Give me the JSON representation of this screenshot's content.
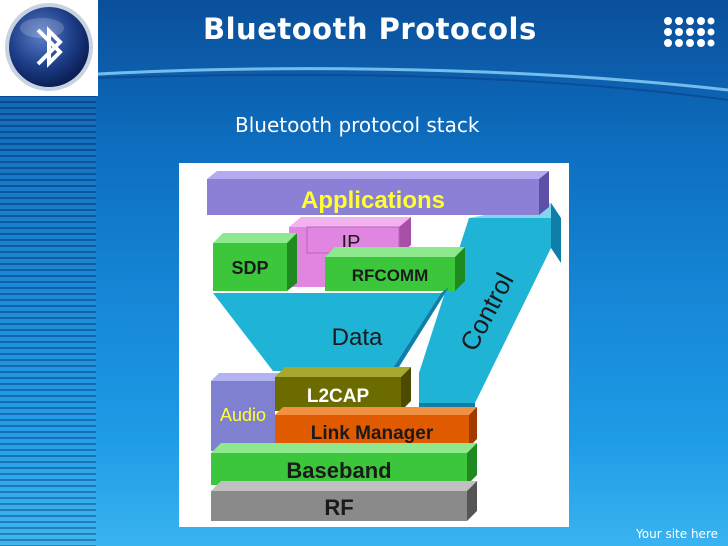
{
  "slide": {
    "title": "Bluetooth Protocols",
    "subtitle": "Bluetooth protocol stack",
    "footer": "Your site here"
  },
  "diagram": {
    "layers": {
      "applications": "Applications",
      "sdp": "SDP",
      "ip": "IP",
      "rfcomm": "RFCOMM",
      "data": "Data",
      "control": "Control",
      "l2cap": "L2CAP",
      "audio": "Audio",
      "link_manager": "Link Manager",
      "baseband": "Baseband",
      "rf": "RF"
    },
    "colors": {
      "applications": "#8b7fd6",
      "pink": "#e085e0",
      "green": "#3cc63c",
      "cyan": "#1fb3d6",
      "olive": "#6b6b00",
      "orange": "#e05a00",
      "gray": "#8a8a8a",
      "audio": "#8080d0"
    }
  }
}
